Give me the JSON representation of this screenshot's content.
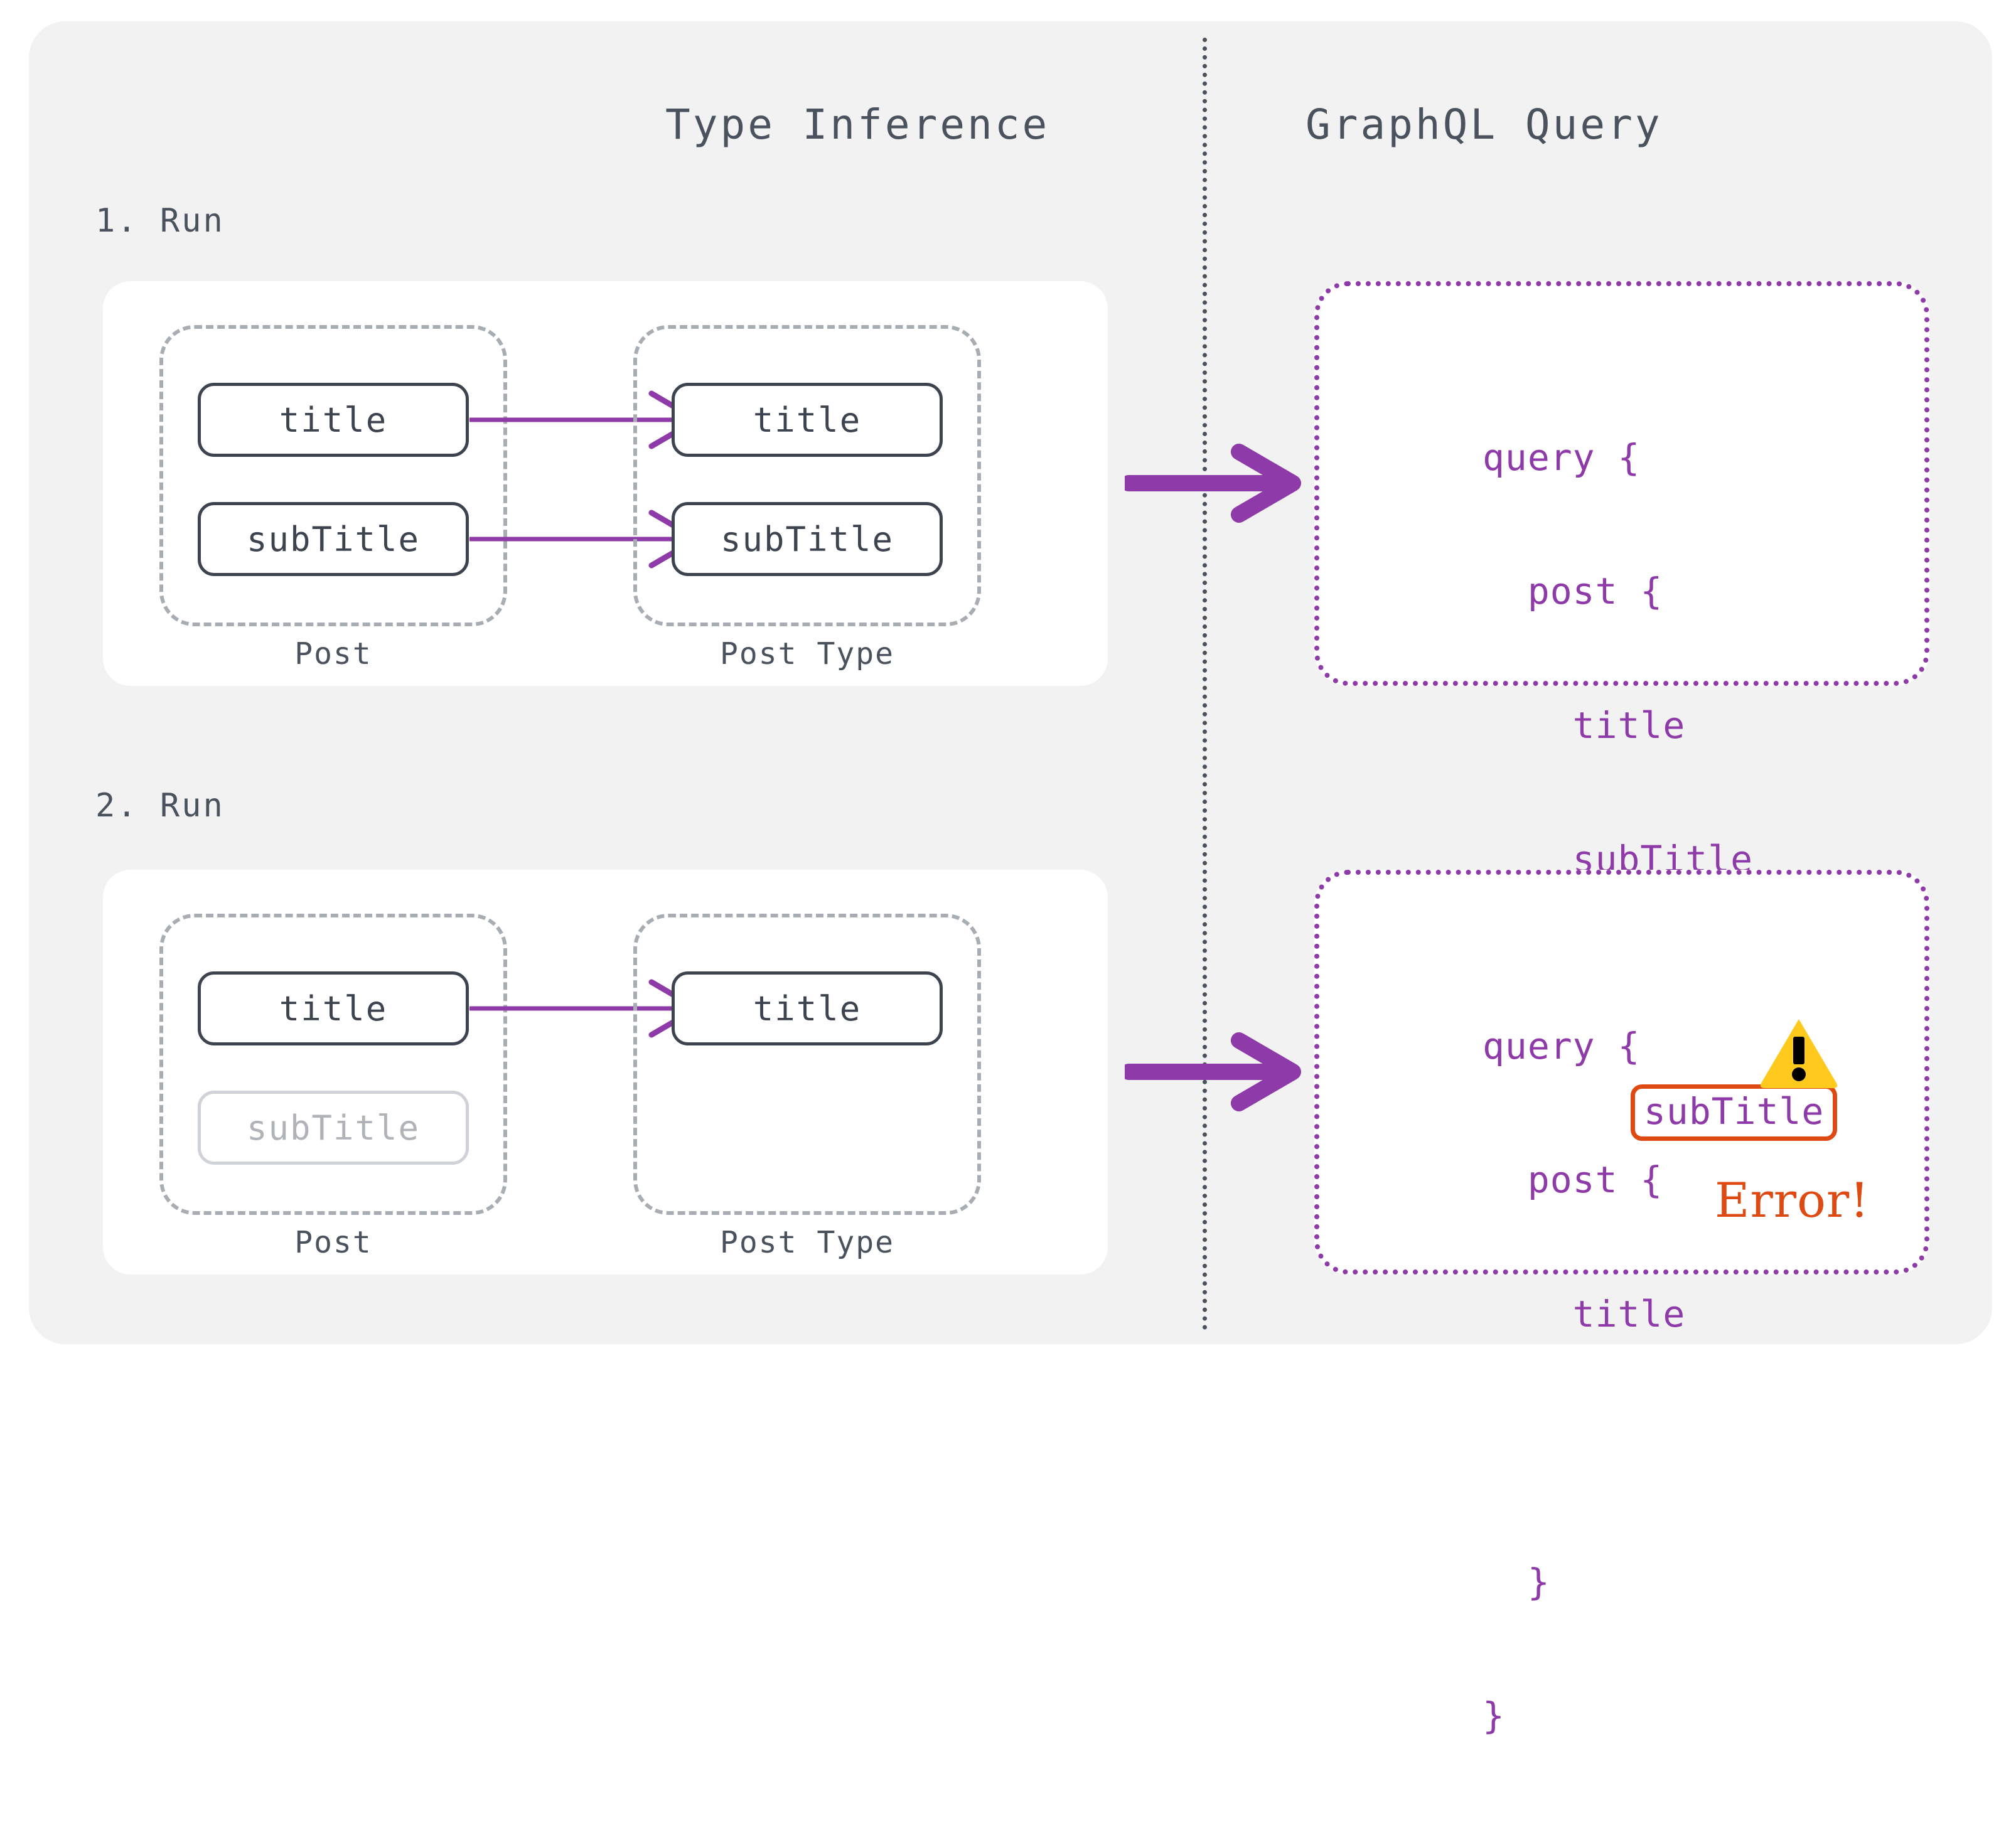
{
  "colors": {
    "canvas": "#ffffff",
    "outer_card": "#f2f2f3",
    "panel": "#ffffff",
    "ink": "#4a525e",
    "box_border": "#3d444f",
    "muted_border": "#cfd2d6",
    "muted_text": "#b0b4b9",
    "dashed_group": "#a8adb4",
    "purple": "#8e3aa8",
    "arrow_purple": "#8e3aa8",
    "error_orange": "#de4a12",
    "warning_yellow": "#ffc91e",
    "warning_mark": "#000000"
  },
  "columns": {
    "left_title": "Type Inference",
    "right_title": "GraphQL Query"
  },
  "runs": [
    {
      "label": "1. Run",
      "source_group": {
        "caption": "Post",
        "fields": [
          {
            "name": "title",
            "muted": false
          },
          {
            "name": "subTitle",
            "muted": false
          }
        ]
      },
      "target_group": {
        "caption": "Post Type",
        "fields": [
          {
            "name": "title",
            "muted": false
          },
          {
            "name": "subTitle",
            "muted": false
          }
        ]
      },
      "mappings": 2,
      "query": {
        "lines": [
          "query {",
          "  post {",
          "    title",
          "    subTitle",
          "  }",
          "}"
        ],
        "has_error": false,
        "error_token": "",
        "error_label": "",
        "warning_icon": "warning-triangle-icon"
      }
    },
    {
      "label": "2. Run",
      "source_group": {
        "caption": "Post",
        "fields": [
          {
            "name": "title",
            "muted": false
          },
          {
            "name": "subTitle",
            "muted": true
          }
        ]
      },
      "target_group": {
        "caption": "Post Type",
        "fields": [
          {
            "name": "title",
            "muted": false
          }
        ]
      },
      "mappings": 1,
      "query": {
        "lines": [
          "query {",
          "  post {",
          "    title",
          "",
          "  }",
          "}"
        ],
        "has_error": true,
        "error_token": "subTitle",
        "error_label": "Error!",
        "warning_icon": "warning-triangle-icon"
      }
    }
  ]
}
